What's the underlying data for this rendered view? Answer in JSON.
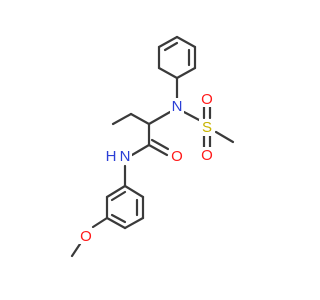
{
  "colors": {
    "bond": "#3a3a3a",
    "nitrogen": "#2b3fd6",
    "oxygen": "#ff1a1a",
    "sulfur": "#c8b400",
    "background": "#ffffff"
  },
  "atoms": {
    "n_sulfonamide": "N",
    "s_sulfonyl": "S",
    "o_sulfonyl_top": "O",
    "o_sulfonyl_bottom": "O",
    "n_amide": "N",
    "h_amide": "H",
    "o_carbonyl": "O",
    "o_methoxy": "O"
  }
}
